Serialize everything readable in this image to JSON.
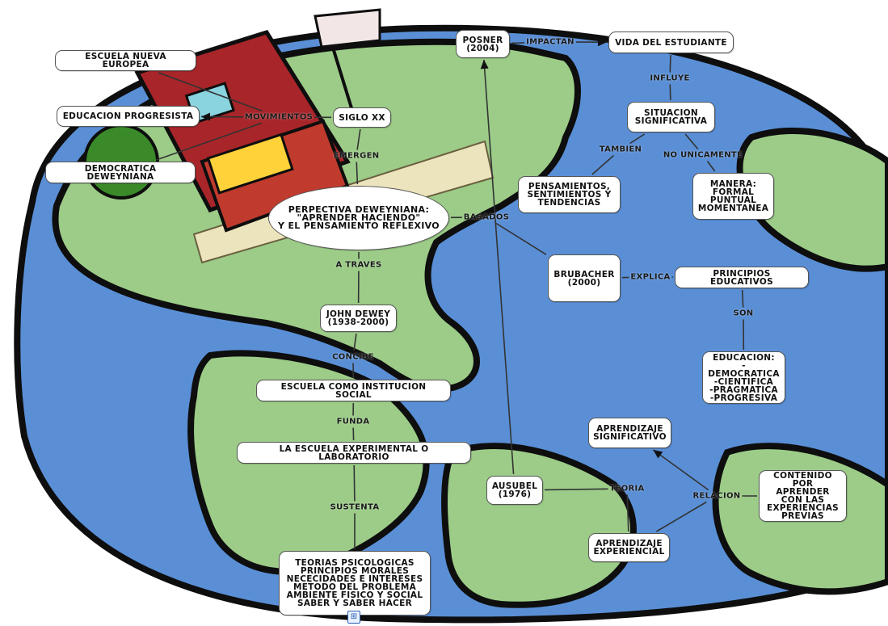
{
  "colors": {
    "ocean": "#5a8fd6",
    "land": "#9ccc88",
    "outline": "#0e0e0e",
    "house_roof": "#a8252a",
    "house_window": "#ffd23a",
    "node_border": "#555555",
    "link": "#333333"
  },
  "concept_map": {
    "nodes": [
      {
        "id": "escuela-nueva-europea",
        "text": "ESCUELA NUEVA EUROPEA"
      },
      {
        "id": "educacion-progresista",
        "text": "EDUCACION PROGRESISTA"
      },
      {
        "id": "democratica-deweyniana",
        "text": "DEMOCRATICA DEWEYNIANA"
      },
      {
        "id": "siglo-xx",
        "text": "SIGLO XX"
      },
      {
        "id": "perspectiva-deweyniana",
        "text": "PERPECTIVA DEWEYNIANA:\n\"APRENDER HACIENDO\"\nY EL PENSAMIENTO REFLEXIVO"
      },
      {
        "id": "john-dewey",
        "text": "JOHN DEWEY\n(1938-2000)"
      },
      {
        "id": "escuela-institucion-social",
        "text": "ESCUELA COMO INSTITUCION SOCIAL"
      },
      {
        "id": "escuela-experimental",
        "text": "LA ESCUELA EXPERIMENTAL O LABORATORIO"
      },
      {
        "id": "teorias-psicologicas",
        "text": "TEORIAS PSICOLOGICAS\nPRINCIPIOS MORALES\nNECECIDADES E INTERESES\nMETODO DEL PROBLEMA\nAMBIENTE FISICO Y SOCIAL\nSABER Y SABER HACER"
      },
      {
        "id": "posner",
        "text": "POSNER\n(2004)"
      },
      {
        "id": "vida-estudiante",
        "text": "VIDA DEL ESTUDIANTE"
      },
      {
        "id": "situacion-significativa",
        "text": "SITUACION\nSIGNIFICATIVA"
      },
      {
        "id": "pensamientos",
        "text": "PENSAMIENTOS,\nSENTIMIENTOS Y\nTENDENCIAS"
      },
      {
        "id": "manera",
        "text": "MANERA:\nFORMAL\nPUNTUAL\nMOMENTANEA"
      },
      {
        "id": "brubacher",
        "text": "BRUBACHER\n(2000)"
      },
      {
        "id": "principios-educativos",
        "text": "PRINCIPIOS EDUCATIVOS"
      },
      {
        "id": "educacion-tipos",
        "text": "EDUCACION:\n-DEMOCRATICA\n-CIENTIFICA\n-PRAGMATICA\n-PROGRESIVA"
      },
      {
        "id": "aprendizaje-significativo",
        "text": "APRENDIZAJE\nSIGNIFICATIVO"
      },
      {
        "id": "ausubel",
        "text": "AUSUBEL\n(1976)"
      },
      {
        "id": "aprendizaje-experiencial",
        "text": "APRENDIZAJE\nEXPERIENCIAL"
      },
      {
        "id": "contenido",
        "text": "CONTENIDO\nPOR APRENDER\nCON LAS\nEXPERIENCIAS\nPREVIAS"
      }
    ],
    "link_labels": [
      {
        "id": "movimientos",
        "text": "MOVIMIENTOS"
      },
      {
        "id": "emergen",
        "text": "EMERGEN"
      },
      {
        "id": "a-traves",
        "text": "A TRAVES"
      },
      {
        "id": "concibe",
        "text": "CONCIBE"
      },
      {
        "id": "funda",
        "text": "FUNDA"
      },
      {
        "id": "sustenta",
        "text": "SUSTENTA"
      },
      {
        "id": "basados",
        "text": "BASADOS"
      },
      {
        "id": "impactan",
        "text": "IMPACTAN"
      },
      {
        "id": "influye",
        "text": "INFLUYE"
      },
      {
        "id": "tambien",
        "text": "TAMBIEN"
      },
      {
        "id": "no-unicamente",
        "text": "NO UNICAMENTE"
      },
      {
        "id": "explica",
        "text": "EXPLICA"
      },
      {
        "id": "son",
        "text": "SON"
      },
      {
        "id": "teoria",
        "text": "TEORIA"
      },
      {
        "id": "relacion",
        "text": "RELACION"
      }
    ],
    "links": [
      [
        "siglo-xx",
        "movimientos"
      ],
      [
        "movimientos",
        "educacion-progresista"
      ],
      [
        "movimientos",
        "escuela-nueva-europea"
      ],
      [
        "movimientos",
        "democratica-deweyniana"
      ],
      [
        "siglo-xx",
        "emergen"
      ],
      [
        "emergen",
        "perspectiva-deweyniana"
      ],
      [
        "perspectiva-deweyniana",
        "a-traves"
      ],
      [
        "a-traves",
        "john-dewey"
      ],
      [
        "john-dewey",
        "concibe"
      ],
      [
        "concibe",
        "escuela-institucion-social"
      ],
      [
        "escuela-institucion-social",
        "funda"
      ],
      [
        "funda",
        "escuela-experimental"
      ],
      [
        "escuela-experimental",
        "sustenta"
      ],
      [
        "sustenta",
        "teorias-psicologicas"
      ],
      [
        "perspectiva-deweyniana",
        "basados"
      ],
      [
        "basados",
        "brubacher"
      ],
      [
        "ausubel",
        "posner"
      ],
      [
        "posner",
        "impactan"
      ],
      [
        "impactan",
        "vida-estudiante"
      ],
      [
        "vida-estudiante",
        "influye"
      ],
      [
        "influye",
        "situacion-significativa"
      ],
      [
        "situacion-significativa",
        "tambien"
      ],
      [
        "tambien",
        "pensamientos"
      ],
      [
        "situacion-significativa",
        "no-unicamente"
      ],
      [
        "no-unicamente",
        "manera"
      ],
      [
        "brubacher",
        "explica"
      ],
      [
        "explica",
        "principios-educativos"
      ],
      [
        "principios-educativos",
        "son"
      ],
      [
        "son",
        "educacion-tipos"
      ],
      [
        "ausubel",
        "teoria"
      ],
      [
        "teoria",
        "aprendizaje-experiencial"
      ],
      [
        "aprendizaje-experiencial",
        "relacion"
      ],
      [
        "relacion",
        "aprendizaje-significativo"
      ],
      [
        "relacion",
        "contenido"
      ]
    ],
    "arrow_heads": [
      "educacion-progresista",
      "vida-estudiante",
      "posner",
      "aprendizaje-significativo"
    ]
  },
  "footer": {
    "expand_icon_glyph": "⊞"
  }
}
